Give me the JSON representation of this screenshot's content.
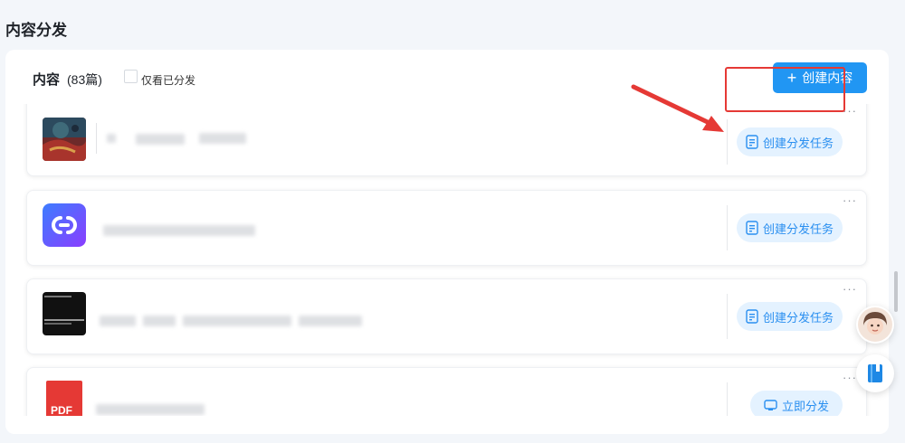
{
  "page": {
    "title": "内容分发"
  },
  "header": {
    "title": "内容",
    "count": "(83篇)",
    "filter_label": "仅看已分发",
    "create_button_label": "创建内容"
  },
  "items": [
    {
      "thumb": "painting-thumbnail",
      "action_label": "创建分发任务",
      "action_icon": "task-doc-icon"
    },
    {
      "thumb": "link-app-logo",
      "action_label": "创建分发任务",
      "action_icon": "task-doc-icon"
    },
    {
      "thumb": "dark-video-thumbnail",
      "action_label": "创建分发任务",
      "action_icon": "task-doc-icon"
    },
    {
      "thumb": "pdf-icon",
      "thumb_text": "PDF",
      "action_label": "立即分发",
      "action_icon": "distribute-icon"
    }
  ],
  "colors": {
    "accent": "#2196f3",
    "action_bg": "#e4f2ff",
    "action_text": "#2a8ff0",
    "highlight": "#e53935"
  }
}
